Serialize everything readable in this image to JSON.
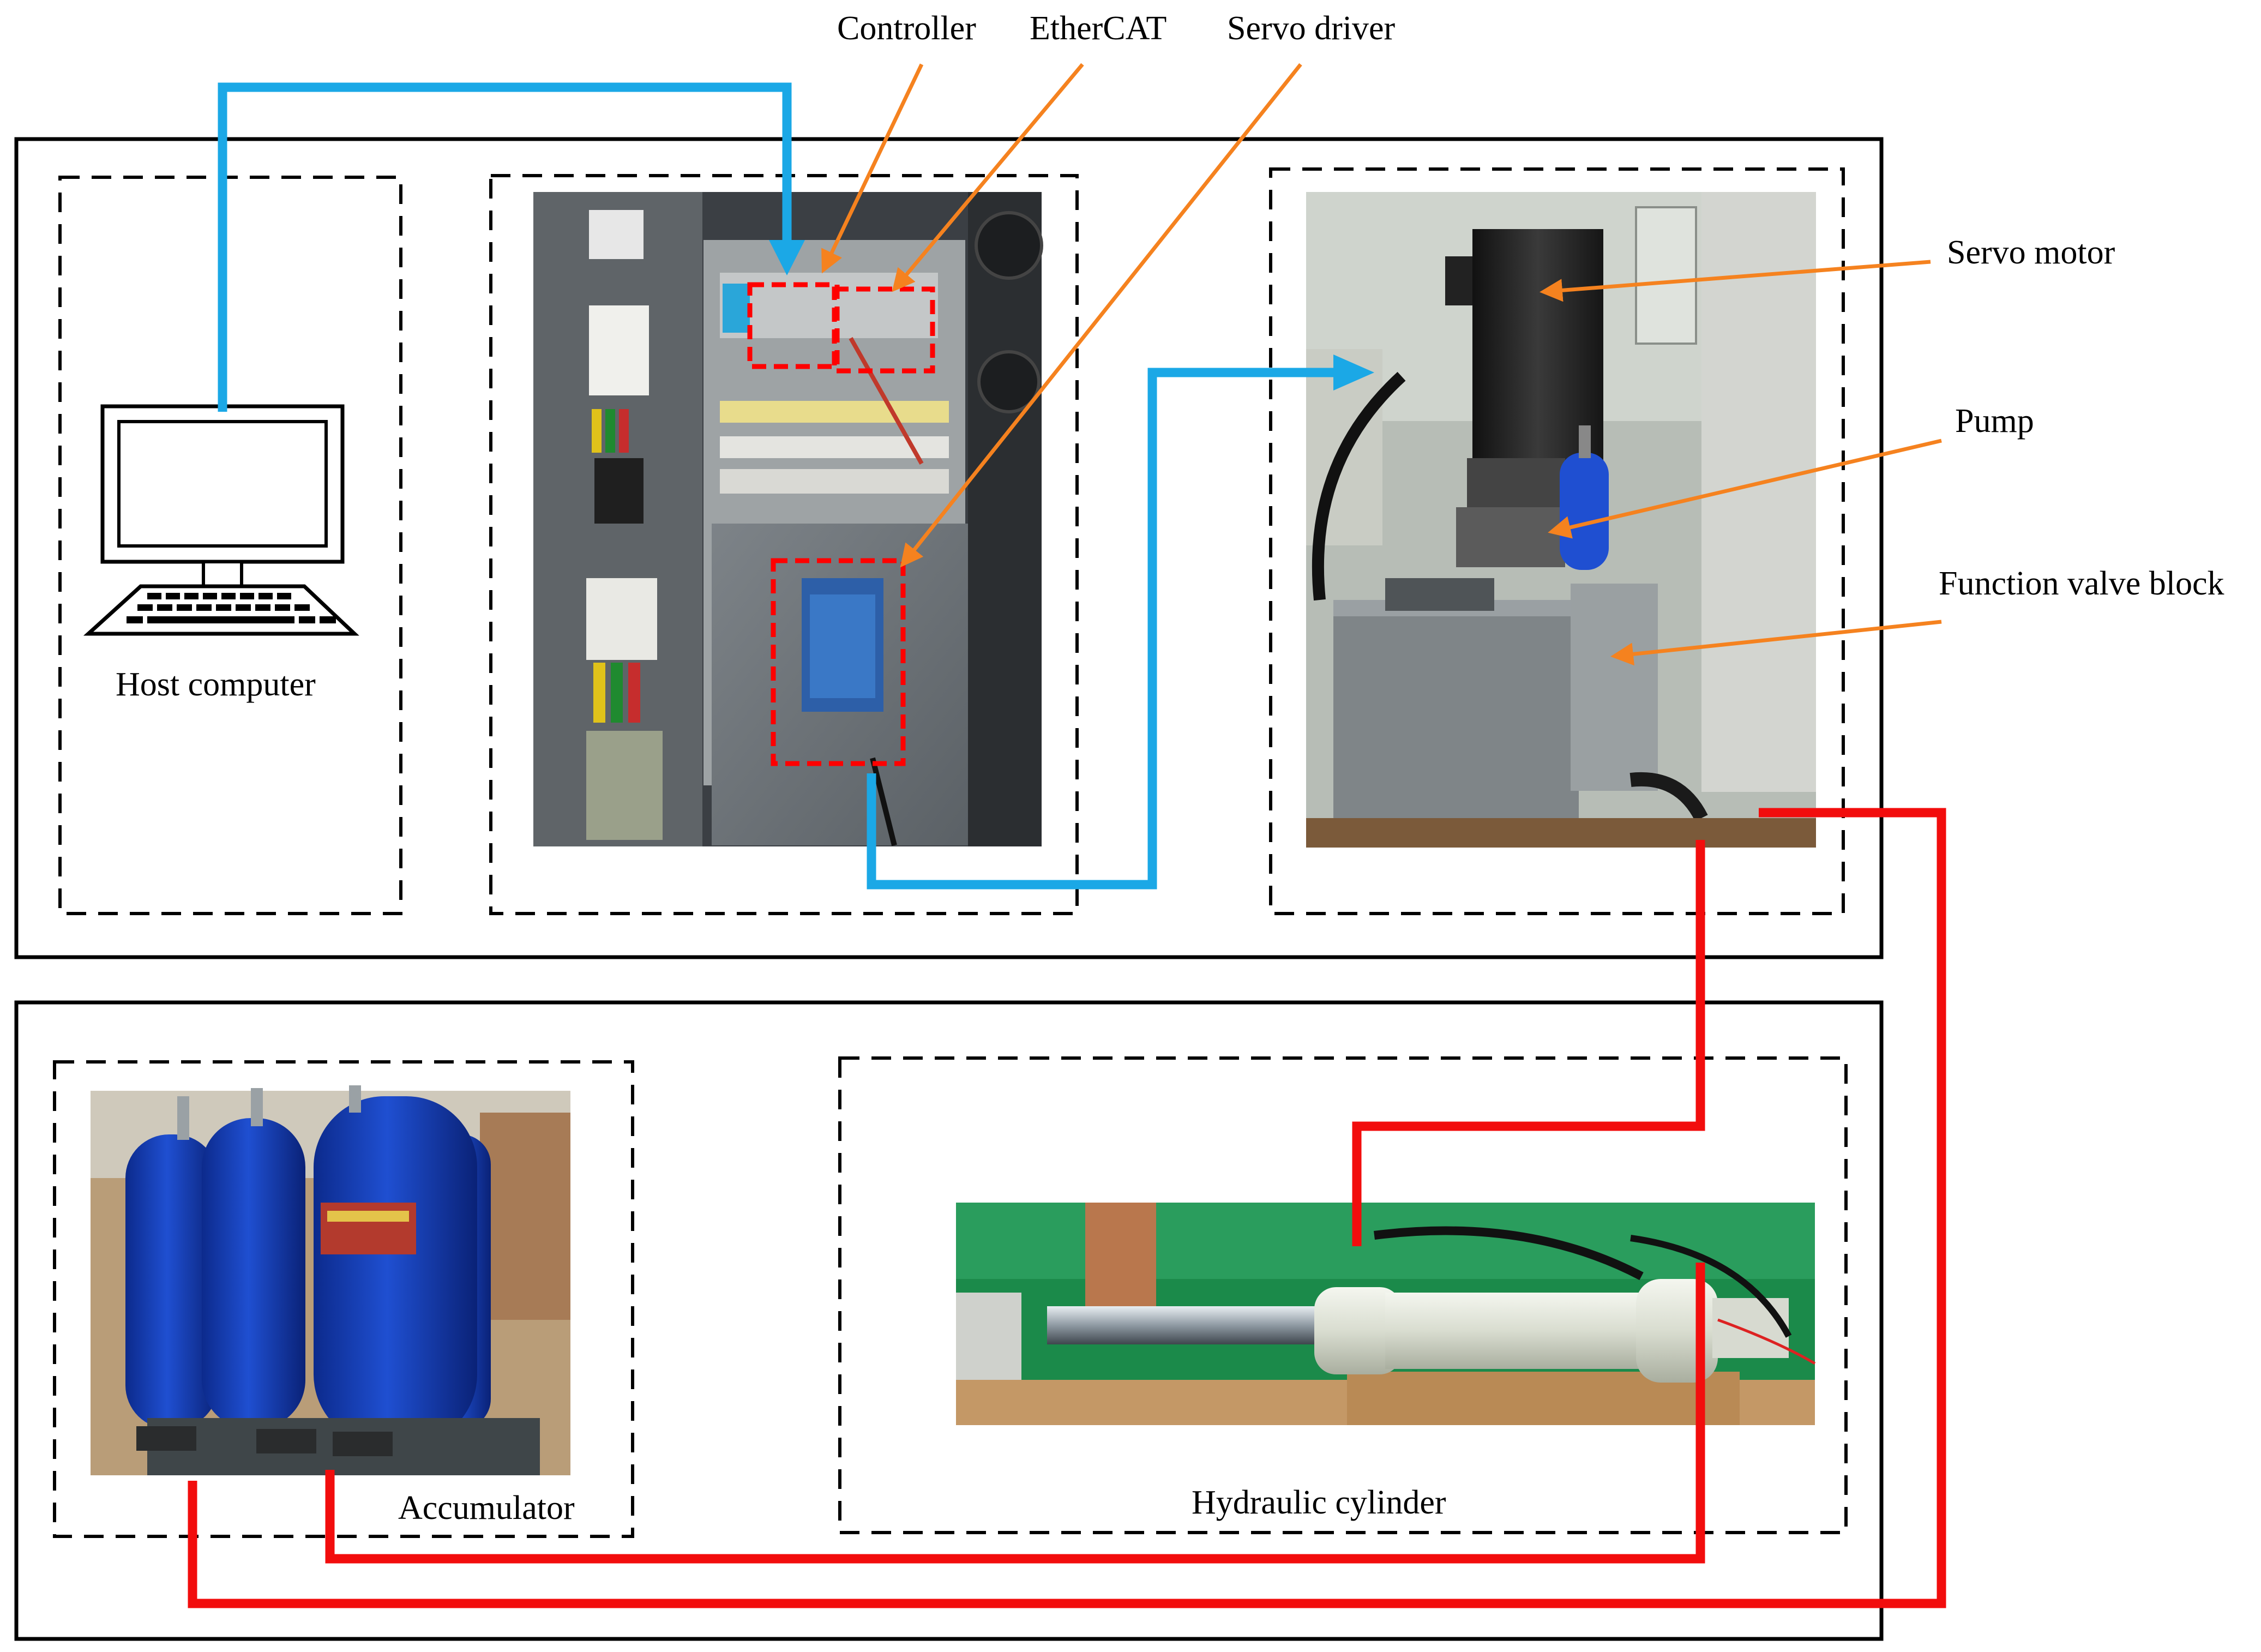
{
  "labels": {
    "controller": "Controller",
    "ethercat": "EtherCAT",
    "servo_driver": "Servo driver",
    "servo_motor": "Servo motor",
    "pump": "Pump",
    "function_valve_block": "Function valve block",
    "host_computer": "Host computer",
    "accumulator": "Accumulator",
    "hydraulic_cylinder": "Hydraulic cylinder"
  },
  "colors": {
    "signal_line": "#1ba8e6",
    "hydraulic_line": "#f20d0d",
    "pointer_arrow": "#f5821f",
    "highlight_box": "#ff0000",
    "frame": "#000000"
  }
}
